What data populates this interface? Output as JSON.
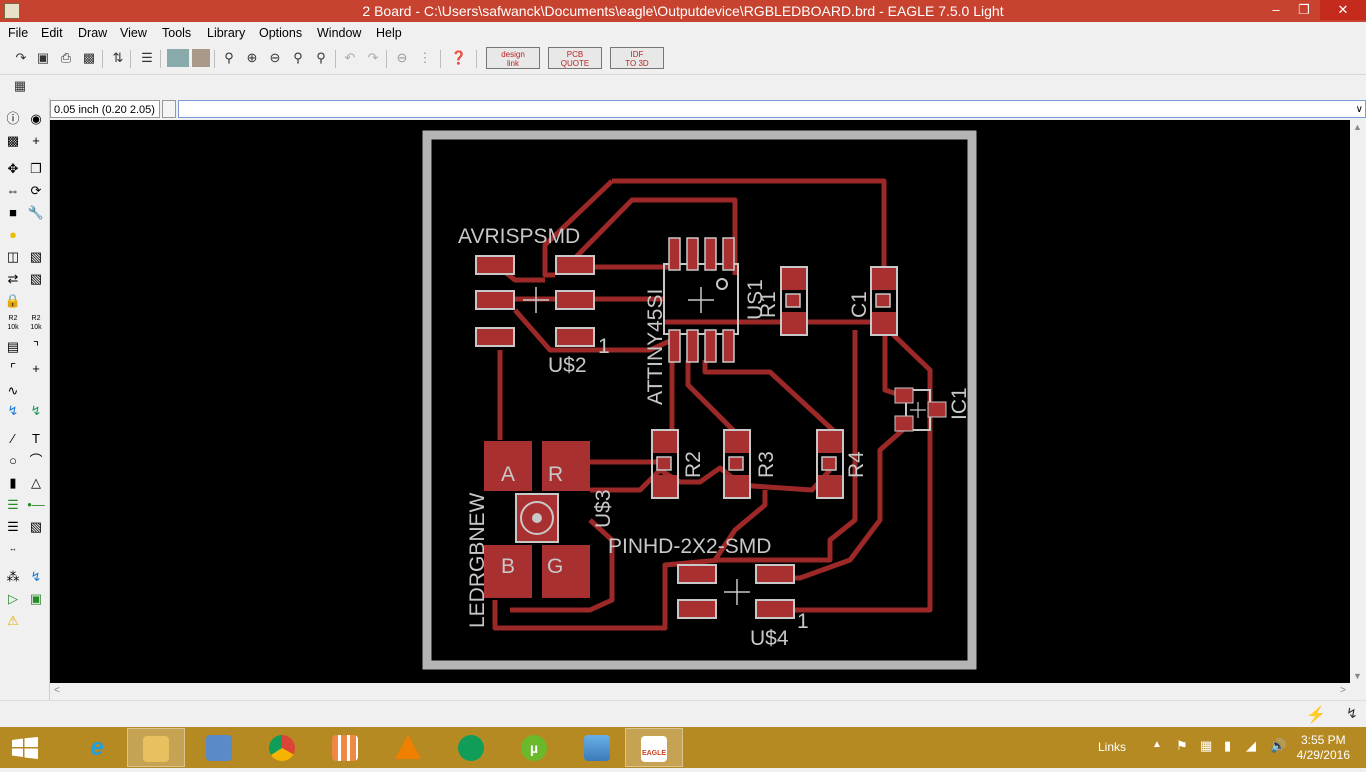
{
  "window": {
    "title": "2 Board - C:\\Users\\safwanck\\Documents\\eagle\\Outputdevice\\RGBLEDBOARD.brd - EAGLE 7.5.0 Light"
  },
  "menu": [
    "File",
    "Edit",
    "Draw",
    "View",
    "Tools",
    "Library",
    "Options",
    "Window",
    "Help"
  ],
  "toolbar": {
    "badges": [
      {
        "line1": "design",
        "line2": "link"
      },
      {
        "line1": "PCB",
        "line2": "QUOTE"
      },
      {
        "line1": "IDF",
        "line2": "TO 3D"
      }
    ]
  },
  "palette": {
    "label_r2_10k": "R2",
    "label_10k": "10k"
  },
  "command": {
    "coordinate": "0.05 inch (0.20 2.05)",
    "input_value": ""
  },
  "board": {
    "labels": {
      "avrispsmd": "AVRISPSMD",
      "u2": "U$2",
      "u2_pin1": "1",
      "attiny": "ATTINY45SI",
      "us1": "US1",
      "r1": "R1",
      "c1": "C1",
      "ic1": "IC1",
      "r2": "R2",
      "r3": "R3",
      "r4": "R4",
      "u3": "U$3",
      "ledrgb": "LEDRGBNEW",
      "pad_a": "A",
      "pad_r": "R",
      "pad_b": "B",
      "pad_g": "G",
      "pinhd": "PINHD-2X2-SMD",
      "u4": "U$4",
      "u4_pin1": "1"
    },
    "colors": {
      "trace": "#9c2828",
      "pad": "#a83030",
      "silk": "#c8c8c8",
      "outline": "#b4b4b4",
      "background": "#000000"
    }
  },
  "taskbar": {
    "apps": [
      {
        "name": "internet-explorer",
        "glyph": "e"
      },
      {
        "name": "file-explorer",
        "glyph": ""
      },
      {
        "name": "remote-desktop",
        "glyph": ""
      },
      {
        "name": "chrome",
        "glyph": ""
      },
      {
        "name": "windows-store",
        "glyph": ""
      },
      {
        "name": "vlc",
        "glyph": ""
      },
      {
        "name": "hangouts",
        "glyph": ""
      },
      {
        "name": "utorrent",
        "glyph": "µ"
      },
      {
        "name": "photos",
        "glyph": ""
      },
      {
        "name": "eagle",
        "glyph": "EAGLE"
      }
    ],
    "links_label": "Links",
    "time": "3:55 PM",
    "date": "4/29/2016"
  }
}
